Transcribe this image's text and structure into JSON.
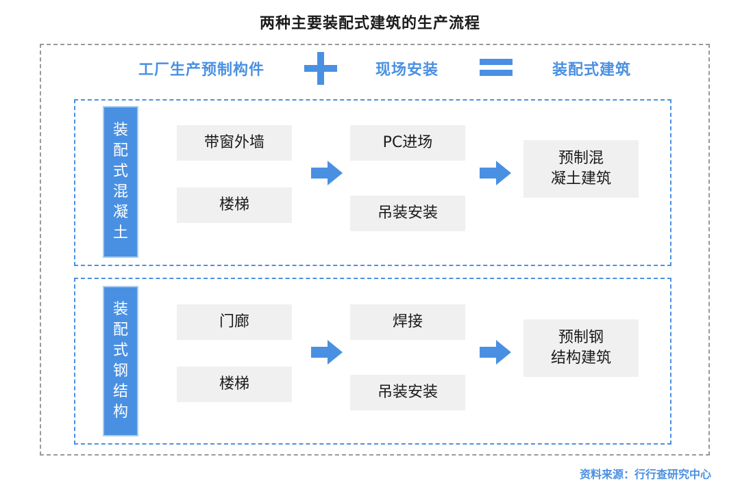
{
  "title": "两种主要装配式建筑的生产流程",
  "formula": {
    "part1": "工厂生产预制构件",
    "part2": "现场安装",
    "result": "装配式建筑"
  },
  "panels": [
    {
      "label": "装配式混凝土",
      "components": [
        "带窗外墙",
        "楼梯"
      ],
      "steps": [
        "PC进场",
        "吊装安装"
      ],
      "result": [
        "预制混",
        "凝土建筑"
      ]
    },
    {
      "label": "装配式钢结构",
      "components": [
        "门廊",
        "楼梯"
      ],
      "steps": [
        "焊接",
        "吊装安装"
      ],
      "result": [
        "预制钢",
        "结构建筑"
      ]
    }
  ],
  "source": "资料来源：行行查研究中心",
  "colors": {
    "accent": "#4a90e2",
    "box": "#f0f0f0",
    "outer_border": "#999999"
  }
}
